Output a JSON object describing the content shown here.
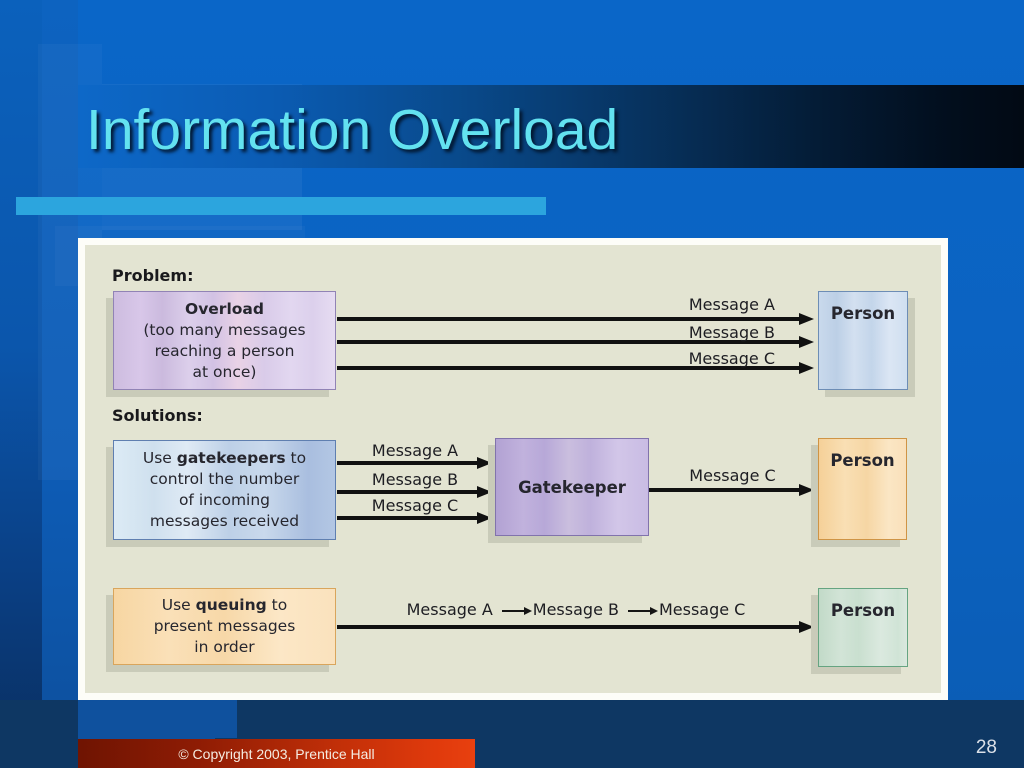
{
  "title": {
    "text": "Information Overload"
  },
  "footer": {
    "copyright": "© Copyright 2003, Prentice Hall",
    "page_number": "28"
  },
  "diagram": {
    "problem_label": "Problem:",
    "solutions_label": "Solutions:",
    "overload": {
      "box": {
        "bold_line": "Overload",
        "line2": "(too many messages",
        "line3": "reaching a person",
        "line4": "at once)"
      },
      "messages": [
        "Message A",
        "Message B",
        "Message C"
      ],
      "person": "Person"
    },
    "gatekeeper": {
      "box": {
        "pre": "Use ",
        "bold": "gatekeepers",
        "post": " to",
        "line2": "control the number",
        "line3": "of incoming",
        "line4": "messages received"
      },
      "incoming_messages": [
        "Message A",
        "Message B",
        "Message C"
      ],
      "node_label": "Gatekeeper",
      "outgoing_message": "Message C",
      "person": "Person"
    },
    "queue": {
      "box": {
        "pre": "Use ",
        "bold": "queuing",
        "post": " to",
        "line2": "present messages",
        "line3": "in order"
      },
      "sequence": [
        "Message A",
        "Message B",
        "Message C"
      ],
      "person": "Person"
    }
  },
  "colors": {
    "slide_background": "#0b62c0",
    "title_text": "#63e2f0",
    "title_band_dark": "#020a14",
    "underline_bar": "#2ca5de",
    "panel_frame": "#fdfdf8",
    "diagram_background": "#e3e4d2",
    "overload_box": "#d8c7e9",
    "gatekeepers_box": "#bdd0e7",
    "gatekeeper_node": "#bfb1dc",
    "queue_box": "#f8d9a9",
    "person_blue": "#c9d9ec",
    "person_peach": "#f8dcae",
    "person_green": "#cde1d3",
    "arrow": "#111111",
    "copyright_bar": "#d23a0c",
    "bottom_band": "#0e3763"
  }
}
